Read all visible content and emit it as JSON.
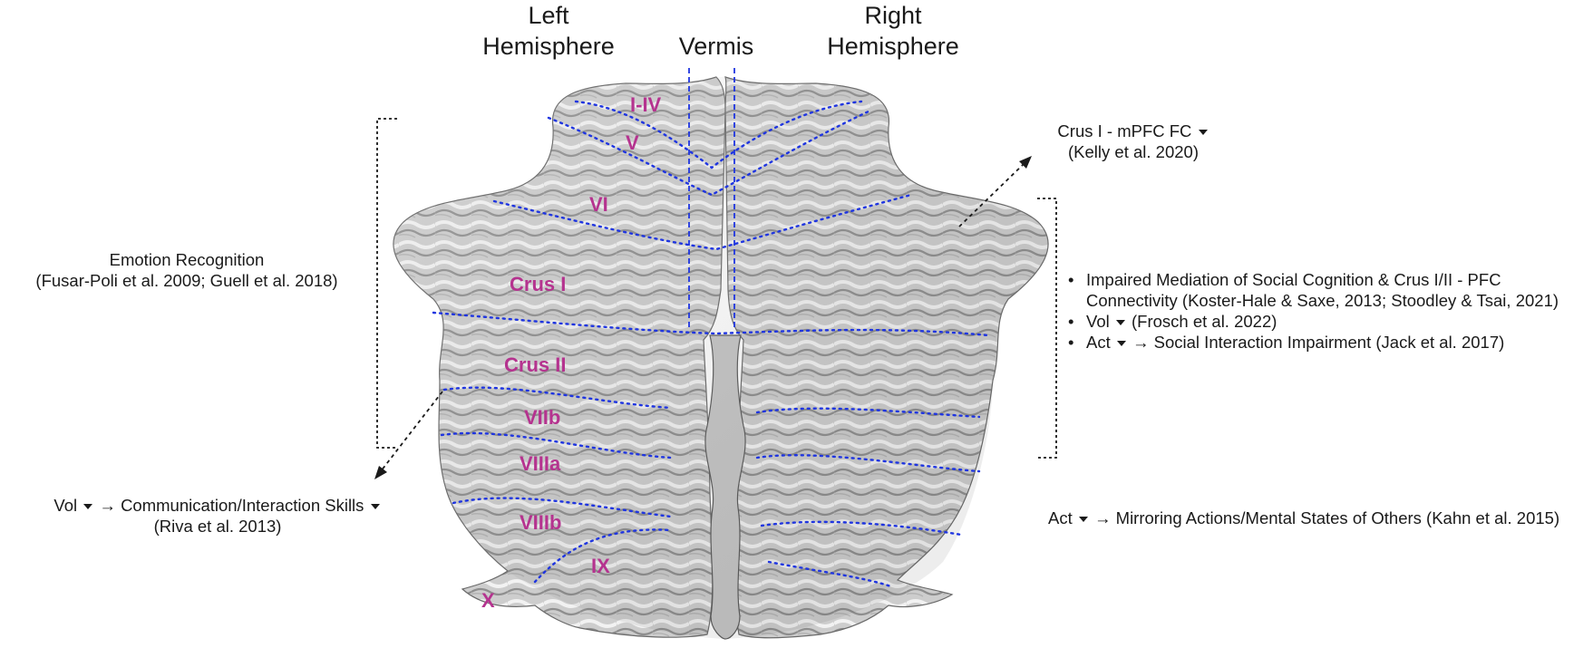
{
  "headers": {
    "left": [
      "Left",
      "Hemisphere"
    ],
    "vermis": "Vermis",
    "right": [
      "Right",
      "Hemisphere"
    ]
  },
  "lobules": [
    "I-IV",
    "V",
    "VI",
    "Crus I",
    "Crus II",
    "VIIb",
    "VIIIa",
    "VIIIb",
    "IX",
    "X"
  ],
  "annotations": {
    "emotion": {
      "title": "Emotion Recognition",
      "ref": "(Fusar-Poli et al. 2009; Guell et al. 2018)"
    },
    "crus_mpfc": {
      "line1": "Crus I - mPFC FC",
      "ref": "(Kelly et al. 2020)"
    },
    "right_list": [
      "Impaired Mediation of Social Cognition & Crus I/II - PFC Connectivity (Koster-Hale & Saxe, 2013; Stoodley & Tsai, 2021)",
      "Vol",
      "(Frosch et al. 2022)",
      "Act",
      "Social Interaction Impairment (Jack et al. 2017)"
    ],
    "communication": {
      "vol": "Vol",
      "text": "Communication/Interaction Skills",
      "ref": "(Riva et al. 2013)"
    },
    "mirroring": {
      "act": "Act",
      "text": "Mirroring Actions/Mental States of Others (Kahn et al. 2015)"
    }
  },
  "colors": {
    "lobule_label": "#b5338f",
    "boundary": "#1f35e0",
    "text": "#1a1a1a"
  },
  "symbols": {
    "arrow": "→",
    "decrease": "down-triangle"
  }
}
